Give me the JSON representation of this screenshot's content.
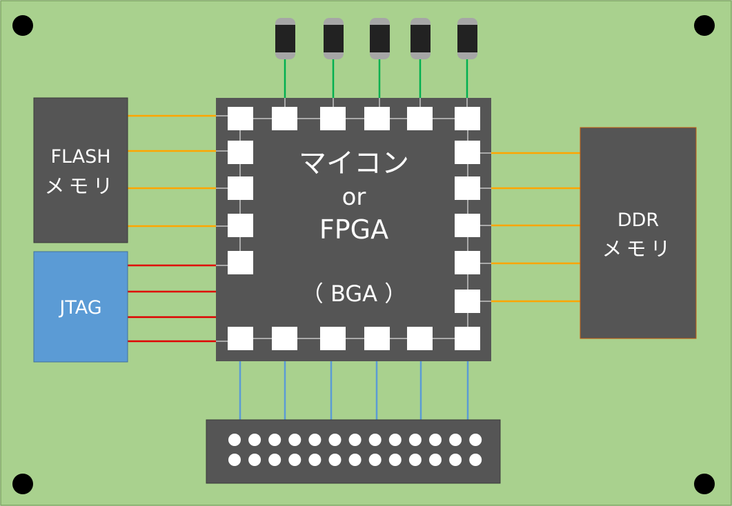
{
  "colors": {
    "board": "#a9d18e",
    "board_border": "#7aa35f",
    "component": "#555555",
    "jtag": "#5b9bd5",
    "flash_trace": "#ffa500",
    "ddr_trace": "#ffa500",
    "jtag_trace": "#e00000",
    "led_trace": "#00b050",
    "header_trace": "#5b9bd5",
    "pad": "#ffffff",
    "mount_hole": "#000000"
  },
  "cpu": {
    "line1": "マイコン",
    "line2": "or",
    "line3": "FPGA",
    "line4": "（ BGA ）"
  },
  "flash": {
    "line1": "FLASH",
    "line2": "メモリ"
  },
  "jtag": {
    "label": "JTAG"
  },
  "ddr": {
    "line1": "DDR",
    "line2": "メモリ"
  },
  "connector": {
    "rows": 2,
    "pins_per_row": 13
  },
  "leds": {
    "count": 5
  },
  "mount_holes": {
    "count": 4
  }
}
